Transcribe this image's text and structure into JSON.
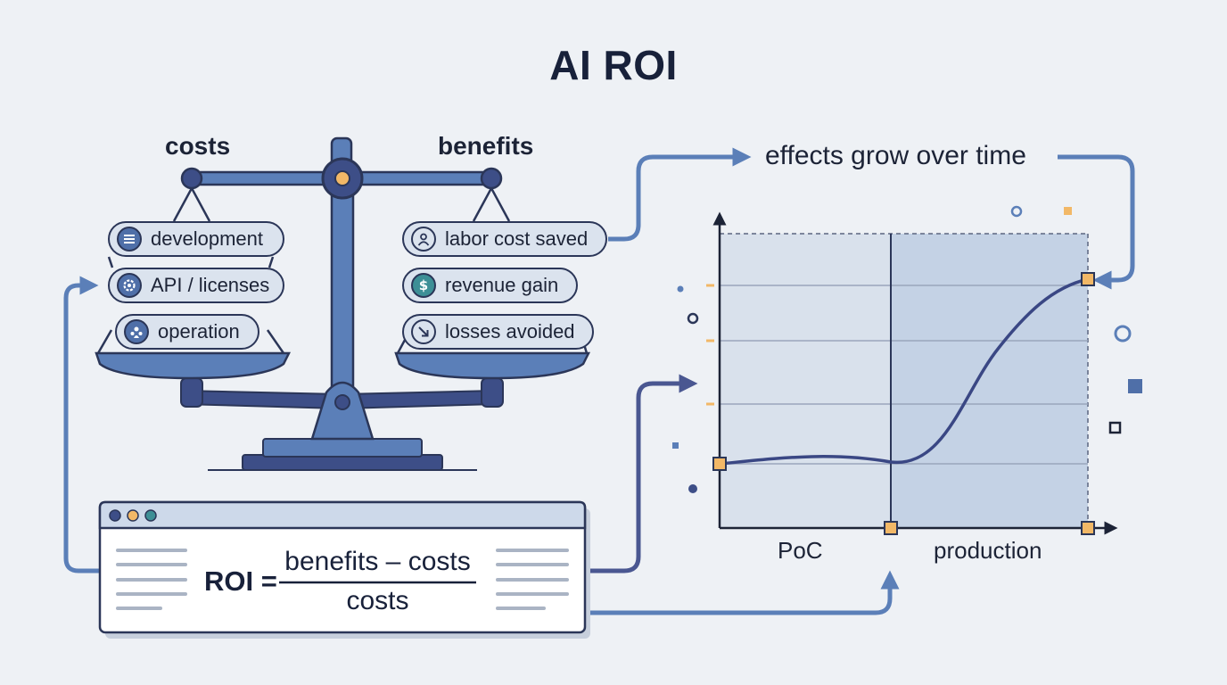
{
  "title": "AI ROI",
  "balance": {
    "costs_label": "costs",
    "benefits_label": "benefits",
    "costs": [
      {
        "label": "development",
        "icon": "list-icon"
      },
      {
        "label": "API / licenses",
        "icon": "gear-icon"
      },
      {
        "label": "operation",
        "icon": "people-icon"
      }
    ],
    "benefits": [
      {
        "label": "labor cost saved",
        "icon": "person-icon"
      },
      {
        "label": "revenue gain",
        "icon": "dollar-icon"
      },
      {
        "label": "losses avoided",
        "icon": "arrow-down-right-icon"
      }
    ]
  },
  "formula": {
    "lhs": "ROI =",
    "numerator": "benefits – costs",
    "denominator": "costs"
  },
  "growth": {
    "caption": "effects grow over time",
    "phases": [
      "PoC",
      "production"
    ]
  },
  "colors": {
    "background": "#eef1f5",
    "ink": "#2b3658",
    "accent_blue": "#4f6fa8",
    "arrow_blue": "#5b7fb8",
    "shade": "#c9d5e6",
    "marker": "#f2b867"
  }
}
